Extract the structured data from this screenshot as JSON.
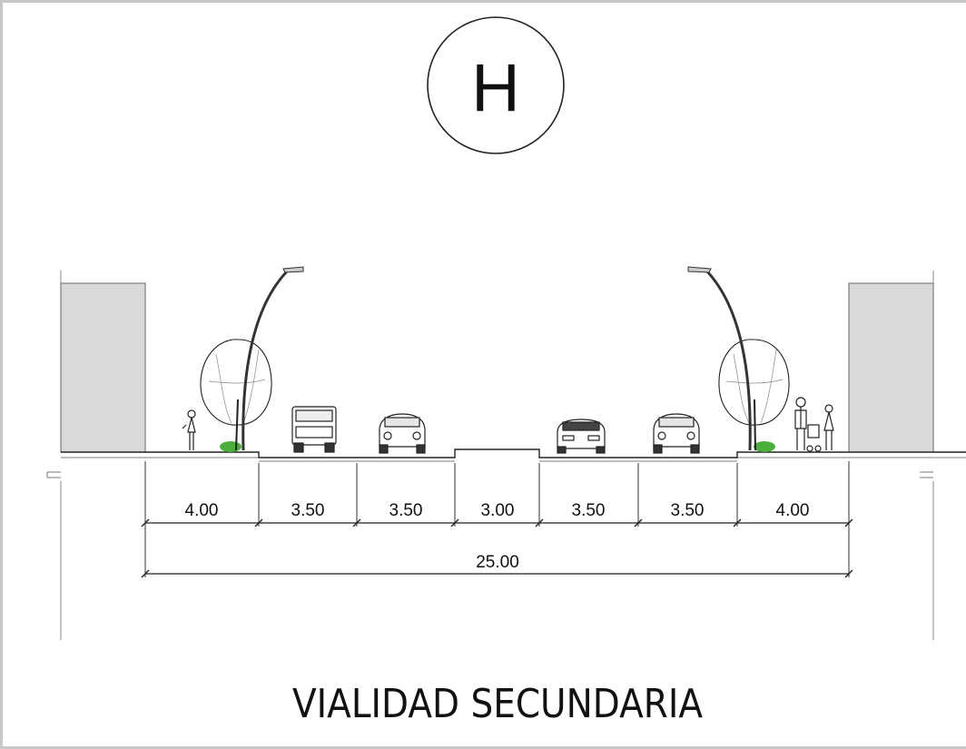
{
  "badge_letter": "H",
  "title": "VIALIDAD SECUNDARIA",
  "dimensions": [
    "4.00",
    "3.50",
    "3.50",
    "3.00",
    "3.50",
    "3.50",
    "4.00"
  ],
  "total_width": "25.00",
  "colors": {
    "building": "#d9d9d9",
    "line": "#222222",
    "grass": "#4caf3a",
    "frame": "#c7c7c7"
  }
}
